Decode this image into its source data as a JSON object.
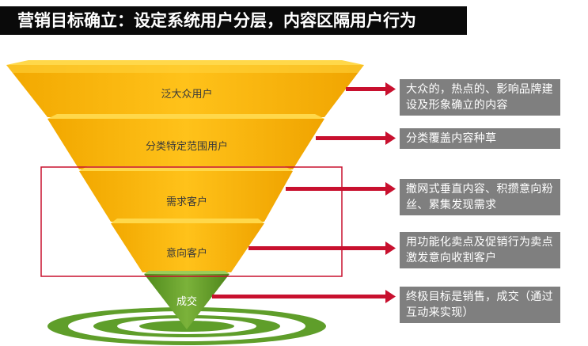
{
  "title": "营销目标确立：设定系统用户分层，内容区隔用户行为",
  "colors": {
    "funnel_top": "#ffcf33",
    "funnel_body": "#f7b500",
    "funnel_shadow": "#d99a00",
    "tip": "#6fa22b",
    "arrow": "#c8102e",
    "box": "#7f7f7f",
    "highlight": "#c8102e"
  },
  "layers": [
    {
      "label": "泛大众用户",
      "note": "大众的，热点的、影响品牌建设及形象确立的内容"
    },
    {
      "label": "分类特定范围用户",
      "note": "分类覆盖内容种草"
    },
    {
      "label": "需求客户",
      "note": "撒网式垂直内容、积攒意向粉丝、累集发现需求"
    },
    {
      "label": "意向客户",
      "note": "用功能化卖点及促销行为卖点 激发意向收割客户"
    },
    {
      "label": "成交",
      "note": "终极目标是销售，成交（通过互动来实现）"
    }
  ]
}
